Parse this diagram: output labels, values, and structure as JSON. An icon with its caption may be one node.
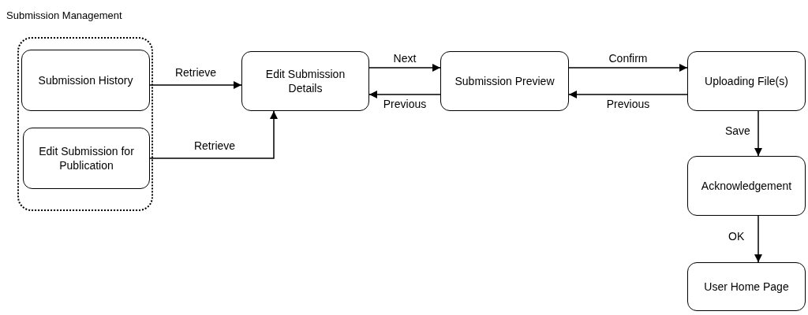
{
  "diagram": {
    "nodes": [
      {
        "text": [
          "Submission Management"
        ]
      },
      {
        "text": [
          "Submission History"
        ],
        "in": 0
      },
      {
        "text": [
          "Edit Submission for Publication"
        ],
        "in": 0
      },
      {
        "text": [
          "Edit Submission Details"
        ]
      },
      {
        "text": [
          "Submission Preview"
        ]
      },
      {
        "text": [
          "Uploading File(s)"
        ]
      },
      {
        "text": [
          "Acknowledgement"
        ]
      },
      {
        "text": [
          "User Home Page"
        ]
      }
    ],
    "edges": [
      {
        "from": 1,
        "to": 3,
        "arrow": "to",
        "label": "Retrieve"
      },
      {
        "from": 2,
        "to": 3,
        "arrow": "to",
        "label": "Retrieve"
      },
      {
        "from": 3,
        "to": 4,
        "arrow": "to",
        "label": "Next"
      },
      {
        "from": 4,
        "to": 3,
        "arrow": "to",
        "label": "Previous"
      },
      {
        "from": 4,
        "to": 5,
        "arrow": "to",
        "label": "Confirm"
      },
      {
        "from": 5,
        "to": 4,
        "arrow": "to",
        "label": "Previous"
      },
      {
        "from": 5,
        "to": 6,
        "arrow": "to",
        "label": "Save"
      },
      {
        "from": 6,
        "to": 7,
        "arrow": "to",
        "label": "OK"
      }
    ]
  }
}
